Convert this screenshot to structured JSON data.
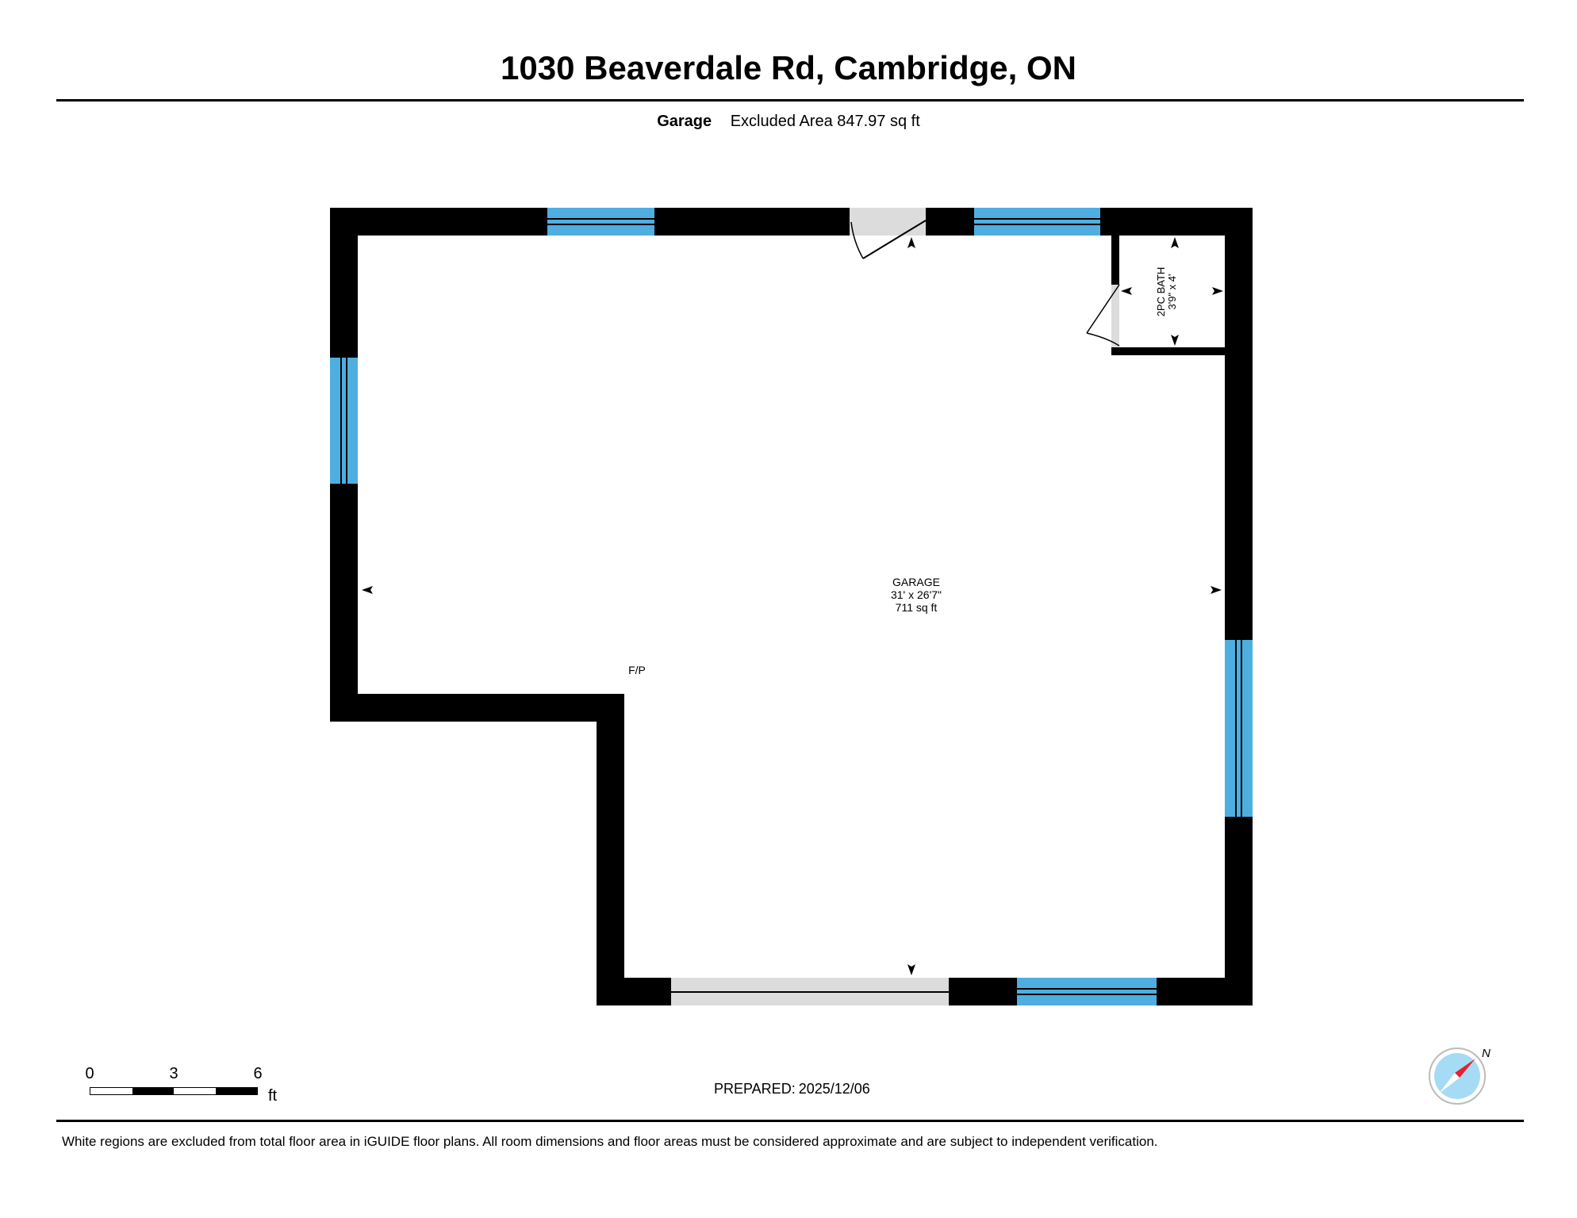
{
  "header": {
    "title": "1030 Beaverdale Rd, Cambridge, ON",
    "floor_name": "Garage",
    "area_text": "Excluded Area 847.97 sq ft"
  },
  "rooms": {
    "garage": {
      "name": "GARAGE",
      "dims": "31' x 26'7\"",
      "area": "711 sq ft"
    },
    "bath": {
      "name": "2PC BATH",
      "dims": "3'9\" x 4'"
    },
    "fireplace": "F/P"
  },
  "scale": {
    "ticks": [
      "0",
      "3",
      "6"
    ],
    "unit": "ft"
  },
  "prepared": {
    "label": "PREPARED:",
    "date": "2025/12/06"
  },
  "compass": {
    "label": "N"
  },
  "footer": {
    "disclaimer": "White regions are excluded from total floor area in iGUIDE floor plans. All room dimensions and floor areas must be considered approximate and are subject to independent verification."
  },
  "colors": {
    "wall": "#000000",
    "window": "#4FAEE0",
    "door_opening": "#DCDCDC",
    "compass_red": "#E8202A",
    "compass_blue": "#A6DBF5"
  },
  "icons": [
    "compass-icon",
    "dimension-arrow-icon"
  ]
}
